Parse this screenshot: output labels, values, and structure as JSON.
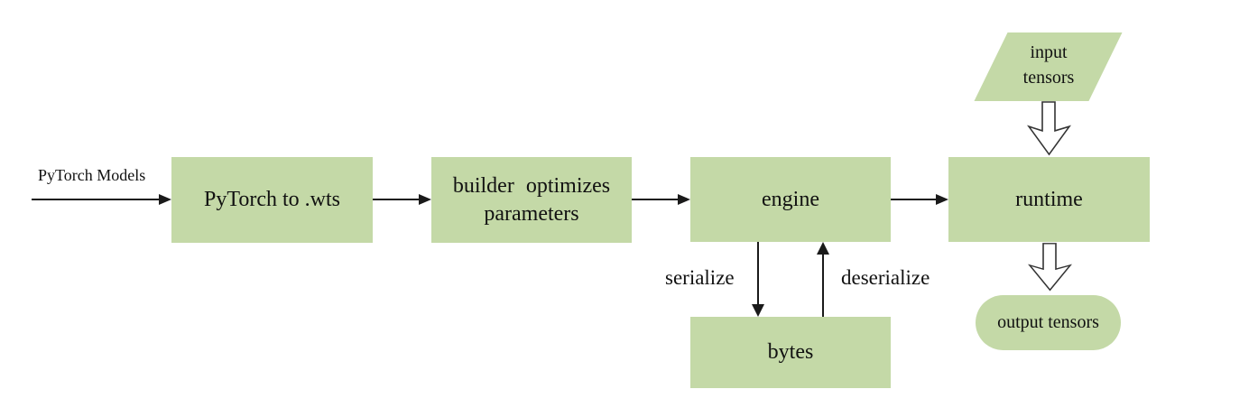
{
  "colors": {
    "node_fill": "#c4d9a7",
    "line": "#1a1a1a",
    "text": "#111111",
    "hollow_arrow_fill": "#ffffff",
    "hollow_arrow_stroke": "#333333"
  },
  "labels": {
    "pytorch_models": "PyTorch Models",
    "serialize": "serialize",
    "deserialize": "deserialize"
  },
  "nodes": {
    "pytorch_to_wts": "PyTorch to .wts",
    "builder_line1": "builder optimizes",
    "builder_line2": "parameters",
    "engine": "engine",
    "runtime": "runtime",
    "bytes": "bytes",
    "input_line1": "input",
    "input_line2": "tensors",
    "output_tensors": "output tensors"
  }
}
